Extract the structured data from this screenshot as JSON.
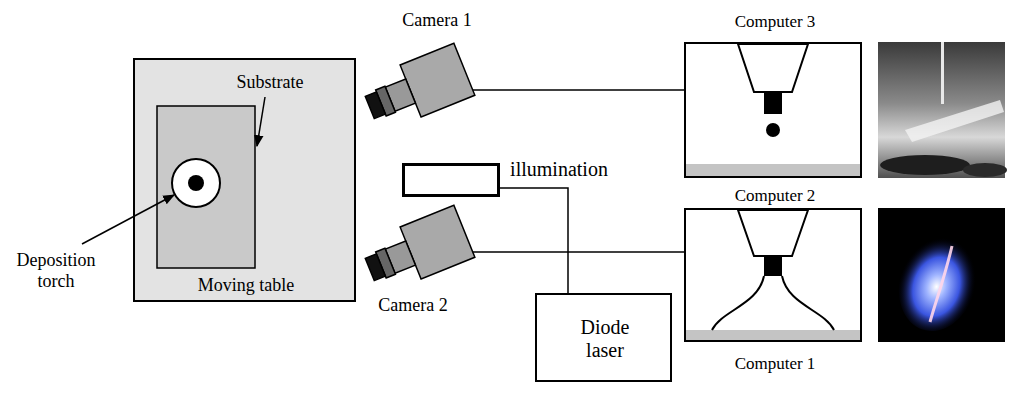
{
  "diagram": {
    "nodes": [
      {
        "text": [
          "Moving table"
        ]
      },
      {
        "text": [
          "Camera 1"
        ]
      },
      {
        "text": [
          "Computer 3"
        ]
      },
      {
        "text": [
          "illumination"
        ]
      },
      {
        "text": [
          "Computer 2",
          "Computer 1"
        ]
      },
      {
        "text": [
          "Camera 2"
        ]
      },
      {
        "text": [
          "Diode laser"
        ]
      }
    ],
    "edges": [
      {
        "from": 1,
        "to": 2,
        "arrow": "none"
      },
      {
        "from": 5,
        "to": 4,
        "arrow": "none"
      },
      {
        "from": 3,
        "to": 6,
        "arrow": "none"
      }
    ],
    "labels": [
      "Substrate",
      "Deposition torch"
    ]
  }
}
